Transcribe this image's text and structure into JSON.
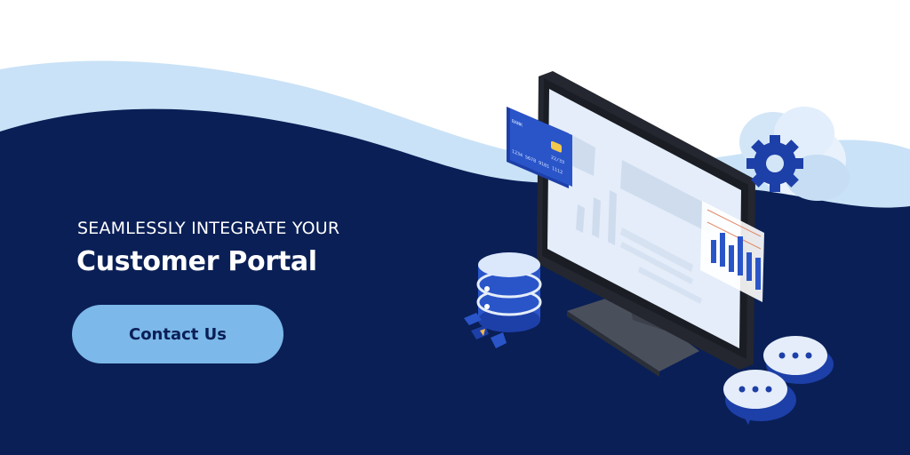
{
  "banner": {
    "eyebrow": "SEAMLESSLY INTEGRATE YOUR",
    "headline": "Customer Portal",
    "cta_label": "Contact Us"
  },
  "card": {
    "bank": "BANK",
    "number": "1234 5678 9101 1112",
    "expiry": "22/33"
  },
  "colors": {
    "navy": "#0a1f56",
    "light_blue": "#7cb8ea",
    "pale_blue": "#c9e2f7",
    "accent_blue": "#2a55c9"
  },
  "icons": [
    "monitor-icon",
    "credit-card-icon",
    "database-icon",
    "cloud-gear-icon",
    "chat-bubble-icon"
  ]
}
